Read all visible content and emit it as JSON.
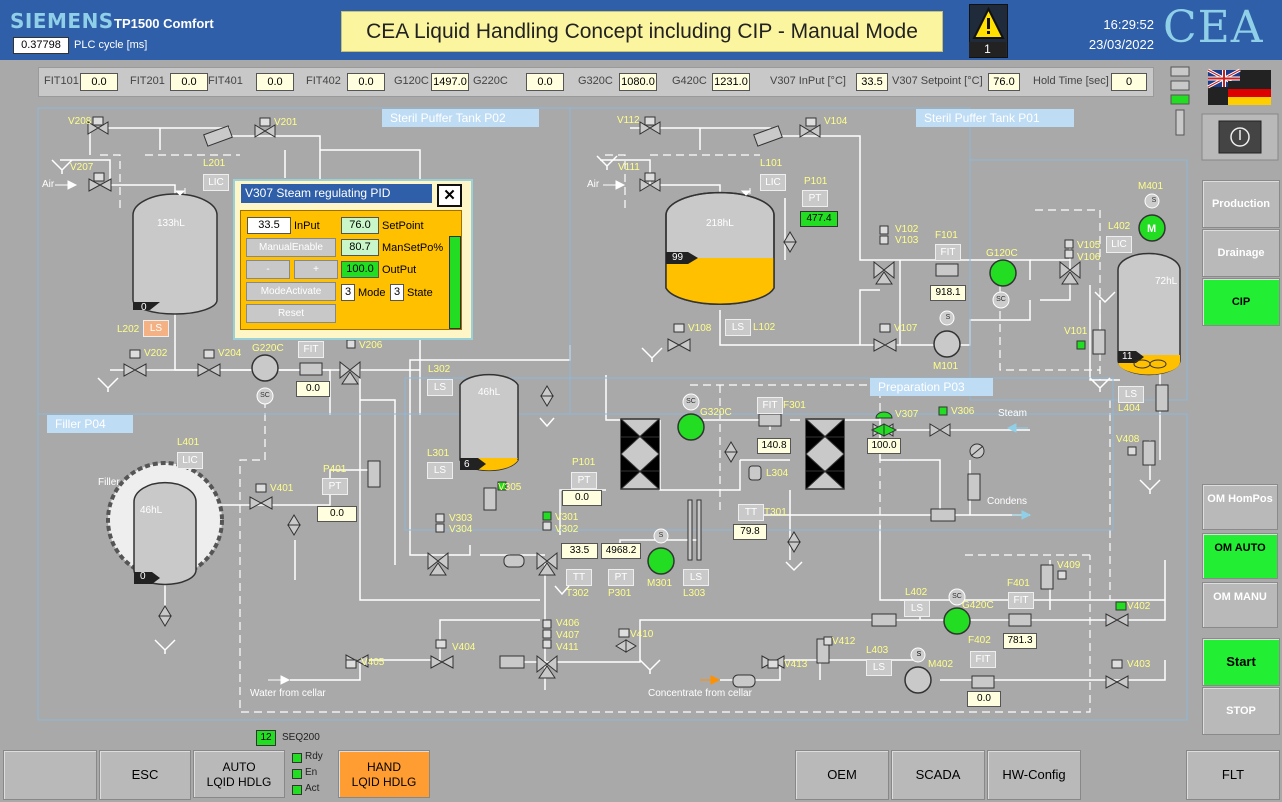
{
  "header": {
    "brand": "SIEMENS",
    "model": "TP1500 Comfort",
    "plc_cycle_value": "0.37798",
    "plc_cycle_label": "PLC cycle [ms]",
    "title": "CEA Liquid Handling Concept including CIP - Manual Mode",
    "warning_count": "1",
    "time": "16:29:52",
    "date": "23/03/2022",
    "logo": "CEA"
  },
  "values": [
    {
      "label": "FIT101",
      "value": "0.0"
    },
    {
      "label": "FIT201",
      "value": "0.0"
    },
    {
      "label": "FIT401",
      "value": "0.0"
    },
    {
      "label": "FIT402",
      "value": "0.0"
    },
    {
      "label": "G120C",
      "value": "1497.0"
    },
    {
      "label": "G220C",
      "value": "0.0"
    },
    {
      "label": "G320C",
      "value": "1080.0"
    },
    {
      "label": "G420C",
      "value": "1231.0"
    },
    {
      "label": "V307 InPut [°C]",
      "value": "33.5"
    },
    {
      "label": "V307 Setpoint [°C]",
      "value": "76.0"
    },
    {
      "label": "Hold Time [sec]",
      "value": "0"
    }
  ],
  "areas": {
    "p02": "Steril Puffer Tank P02",
    "p01": "Steril Puffer Tank P01",
    "p03": "Preparation P03",
    "p04": "Filler P04"
  },
  "tanks": {
    "p02_volume": "133hL",
    "p02_level": "0",
    "p01_volume": "218hL",
    "p01_level": "99",
    "p03_volume": "46hL",
    "p03_level": "6",
    "p04_volume": "46hL",
    "p04_level": "0",
    "cip_volume": "72hL",
    "cip_level": "11"
  },
  "process_values": {
    "p101_p01": "477.4",
    "f101": "918.1",
    "fit_p02": "0.0",
    "p401": "0.0",
    "p101_p03": "0.0",
    "f301": "140.8",
    "t301": "79.8",
    "v307": "100.0",
    "t302": "33.5",
    "p301": "4968.2",
    "f401": "781.3",
    "f402": "0.0"
  },
  "labels": {
    "v208": "V208",
    "v201": "V201",
    "v207": "V207",
    "air1": "Air",
    "l201": "L201",
    "lic1": "LIC",
    "l202": "L202",
    "ls1": "LS",
    "v202": "V202",
    "v204": "V204",
    "g220c": "G220C",
    "fit1": "FIT",
    "v206": "V206",
    "sc1": "SC",
    "v112": "V112",
    "v104": "V104",
    "v111": "V111",
    "air2": "Air",
    "l101": "L101",
    "lic2": "LIC",
    "p101a": "P101",
    "pt1": "PT",
    "v102": "V102",
    "v103": "V103",
    "f101l": "F101",
    "fit2": "FIT",
    "g120c": "G120C",
    "sc2": "SC",
    "v105": "V105",
    "v106": "V106",
    "m401": "M401",
    "s1": "S",
    "m1": "M",
    "l402top": "L402",
    "lic3": "LIC",
    "v108": "V108",
    "ls2": "LS",
    "l102": "L102",
    "v107": "V107",
    "m101": "M101",
    "s2": "S",
    "v101": "V101",
    "ls3": "LS",
    "l404": "L404",
    "v408": "V408",
    "l302": "L302",
    "ls4": "LS",
    "l301": "L301",
    "ls5": "LS",
    "v305": "V305",
    "g320c": "G320C",
    "sc3": "SC",
    "fit3": "FIT",
    "f301l": "F301",
    "v307l": "V307",
    "v306": "V306",
    "steam": "Steam",
    "l304": "L304",
    "p101b": "P101",
    "pt2": "PT",
    "tt1": "TT",
    "t301l": "T301",
    "condens": "Condens",
    "v303": "V303",
    "v304": "V304",
    "v301": "V301",
    "v302": "V302",
    "tt2": "TT",
    "t302l": "T302",
    "pt3": "PT",
    "p301l": "P301",
    "s3": "S",
    "m301": "M301",
    "ls6": "LS",
    "l303": "L303",
    "l401": "L401",
    "lic4": "LIC",
    "filler": "Filler",
    "v401": "V401",
    "p401l": "P401",
    "pt4": "PT",
    "v409": "V409",
    "l402": "L402",
    "ls7": "LS",
    "s4": "S",
    "g420c": "G420C",
    "sc4": "SC",
    "fit4": "FIT",
    "f401l": "F401",
    "v402": "V402",
    "v406": "V406",
    "v407": "V407",
    "v411": "V411",
    "v410": "V410",
    "v404": "V404",
    "v405": "V405",
    "water": "Water from cellar",
    "v412": "V412",
    "l403": "L403",
    "ls8": "LS",
    "s5": "S",
    "m402": "M402",
    "fit5": "FIT",
    "f402l": "F402",
    "v413": "V413",
    "concentrate": "Concentrate from cellar",
    "v403": "V403"
  },
  "pid": {
    "title": "V307 Steam regulating PID",
    "input": "33.5",
    "input_label": "InPut",
    "setpoint": "76.0",
    "setpoint_label": "SetPoint",
    "manual_enable": "ManualEnable",
    "man_setpoint": "80.7",
    "man_setpoint_label": "ManSetPo%",
    "minus": "-",
    "plus": "+",
    "output": "100.0",
    "output_label": "OutPut",
    "mode_activate": "ModeActivate",
    "mode": "3",
    "mode_label": "Mode",
    "state": "3",
    "state_label": "State",
    "reset": "Reset",
    "close": "✕"
  },
  "right_panel": {
    "production": "Production",
    "drainage": "Drainage",
    "cip": "CIP",
    "om_hompos": "OM HomPos",
    "om_auto": "OM AUTO",
    "om_manu": "OM MANU",
    "start": "Start",
    "stop": "STOP"
  },
  "footer": {
    "seq_value": "12",
    "seq_label": "SEQ200",
    "esc": "ESC",
    "auto": "AUTO\nLQID HDLG",
    "auto_l1": "AUTO",
    "auto_l2": "LQID HDLG",
    "rdy": "Rdy",
    "en": "En",
    "act": "Act",
    "hand_l1": "HAND",
    "hand_l2": "LQID HDLG",
    "oem": "OEM",
    "scada": "SCADA",
    "hwconfig": "HW-Config",
    "flt": "FLT"
  },
  "colors": {
    "header_blue": "#2f5fa8",
    "background": "#a9a9a9",
    "pid_orange": "#ffc000",
    "active_green": "#22ee33",
    "hand_orange": "#ff9d33",
    "tank_liquid": "#ffc000"
  }
}
